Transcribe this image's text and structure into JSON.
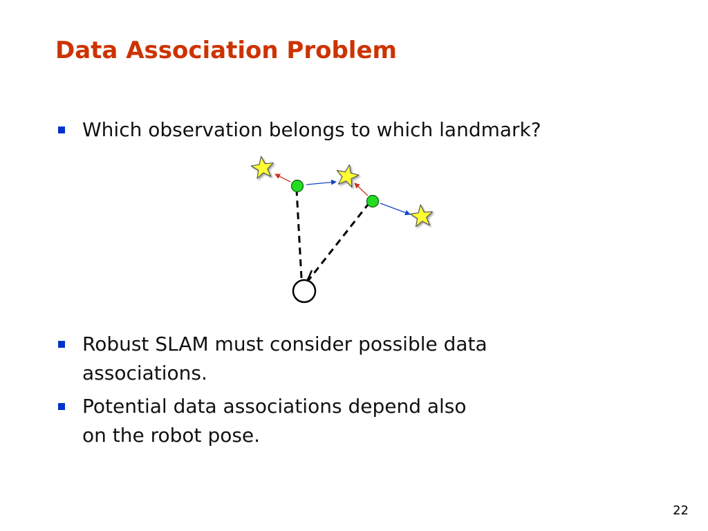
{
  "slide": {
    "title": "Data Association Problem",
    "page_number": "22"
  },
  "bullets": [
    {
      "lines": [
        "Which observation belongs to which landmark?"
      ]
    },
    {
      "lines": [
        "Robust SLAM must consider possible data",
        "associations."
      ]
    },
    {
      "lines": [
        "Potential data associations depend also",
        "on the robot pose."
      ]
    }
  ],
  "colors": {
    "title": "#cc3300",
    "bullet": "#0033cc",
    "landmark_fill": "#ffff33",
    "landmark_stroke": "#555555",
    "observation_fill": "#22dd22",
    "arrow_blue": "#1144cc",
    "arrow_red": "#cc3322",
    "dash_line": "#000000"
  },
  "icons": {
    "landmark": "star-icon",
    "observation": "green-dot-icon",
    "robot": "robot-pose-circle-icon"
  }
}
